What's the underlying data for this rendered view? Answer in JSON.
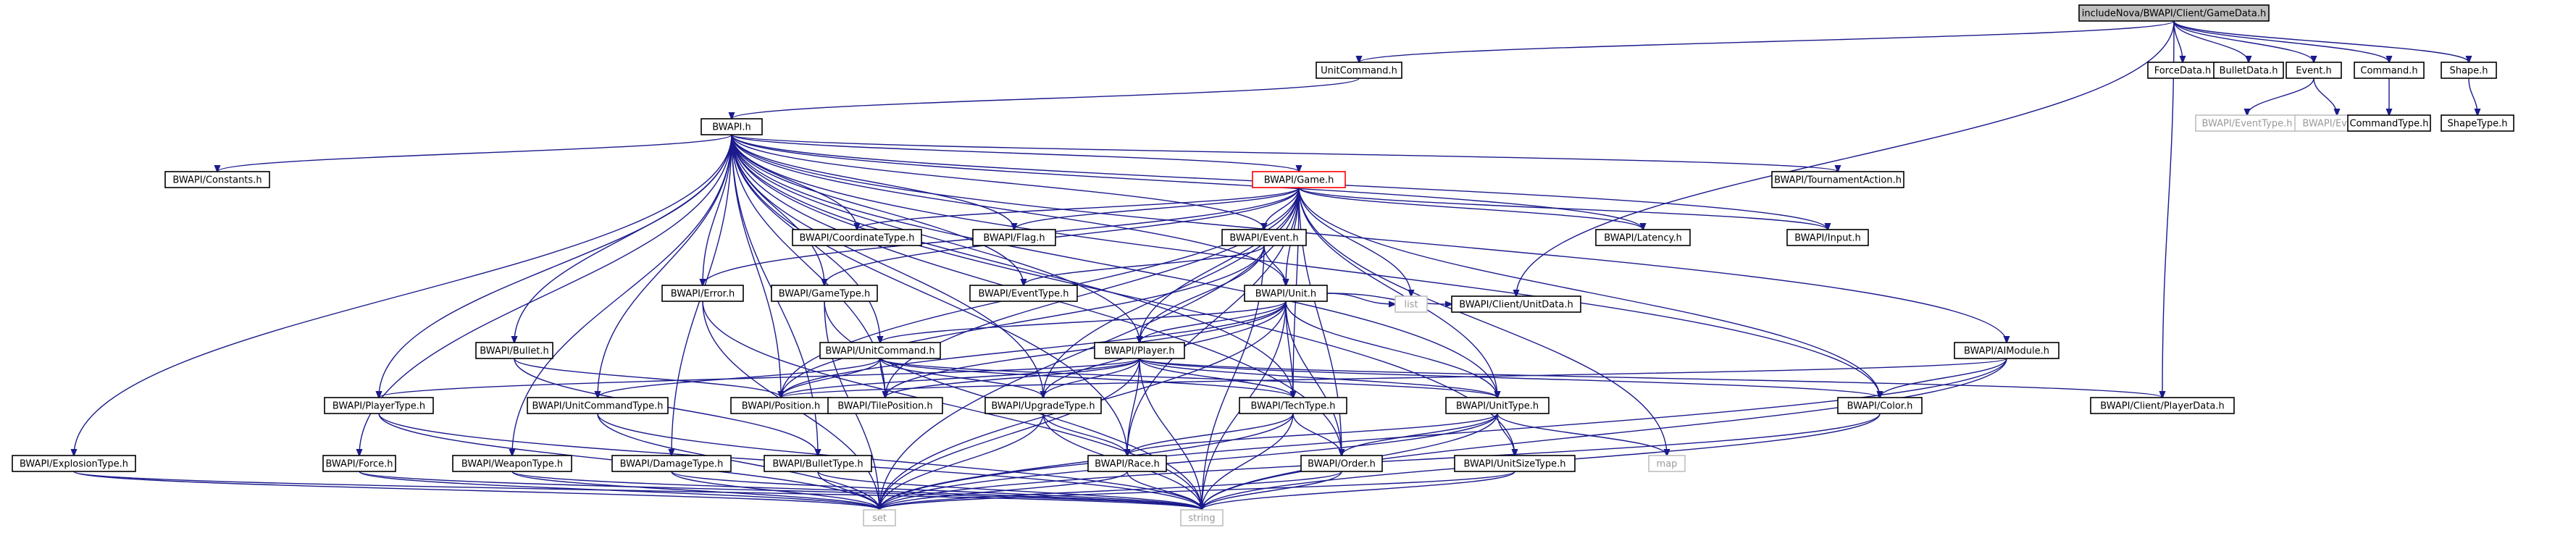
{
  "nodes": [
    {
      "id": "root",
      "label": "includeNova/BWAPI/Client/GameData.h",
      "style": "root"
    },
    {
      "id": "unitcommand",
      "label": "UnitCommand.h",
      "style": "solid"
    },
    {
      "id": "forcedata",
      "label": "ForceData.h",
      "style": "solid"
    },
    {
      "id": "bulletdata",
      "label": "BulletData.h",
      "style": "solid"
    },
    {
      "id": "event",
      "label": "Event.h",
      "style": "solid"
    },
    {
      "id": "command",
      "label": "Command.h",
      "style": "solid"
    },
    {
      "id": "shape",
      "label": "Shape.h",
      "style": "solid"
    },
    {
      "id": "bwapi_eventtype",
      "label": "BWAPI/EventType.h",
      "style": "missing"
    },
    {
      "id": "bwapi_event_dim",
      "label": "BWAPI/Event.h",
      "style": "missing"
    },
    {
      "id": "commandtype",
      "label": "CommandType.h",
      "style": "solid"
    },
    {
      "id": "shapetype",
      "label": "ShapeType.h",
      "style": "solid"
    },
    {
      "id": "bwapi",
      "label": "BWAPI.h",
      "style": "solid"
    },
    {
      "id": "constants",
      "label": "BWAPI/Constants.h",
      "style": "solid"
    },
    {
      "id": "game",
      "label": "BWAPI/Game.h",
      "style": "highlight"
    },
    {
      "id": "tournament",
      "label": "BWAPI/TournamentAction.h",
      "style": "solid"
    },
    {
      "id": "coordinatetype",
      "label": "BWAPI/CoordinateType.h",
      "style": "solid"
    },
    {
      "id": "flag",
      "label": "BWAPI/Flag.h",
      "style": "solid"
    },
    {
      "id": "event2",
      "label": "BWAPI/Event.h",
      "style": "solid"
    },
    {
      "id": "latency",
      "label": "BWAPI/Latency.h",
      "style": "solid"
    },
    {
      "id": "input",
      "label": "BWAPI/Input.h",
      "style": "solid"
    },
    {
      "id": "error",
      "label": "BWAPI/Error.h",
      "style": "solid"
    },
    {
      "id": "gametype",
      "label": "BWAPI/GameType.h",
      "style": "solid"
    },
    {
      "id": "eventtype2",
      "label": "BWAPI/EventType.h",
      "style": "solid"
    },
    {
      "id": "unit",
      "label": "BWAPI/Unit.h",
      "style": "solid"
    },
    {
      "id": "list",
      "label": "list",
      "style": "missing"
    },
    {
      "id": "client_unitdata",
      "label": "BWAPI/Client/UnitData.h",
      "style": "solid"
    },
    {
      "id": "aimodule",
      "label": "BWAPI/AIModule.h",
      "style": "solid"
    },
    {
      "id": "bullet",
      "label": "BWAPI/Bullet.h",
      "style": "solid"
    },
    {
      "id": "unitcommand2",
      "label": "BWAPI/UnitCommand.h",
      "style": "solid"
    },
    {
      "id": "player",
      "label": "BWAPI/Player.h",
      "style": "solid"
    },
    {
      "id": "playertype",
      "label": "BWAPI/PlayerType.h",
      "style": "solid"
    },
    {
      "id": "unitcommandtype",
      "label": "BWAPI/UnitCommandType.h",
      "style": "solid"
    },
    {
      "id": "position",
      "label": "BWAPI/Position.h",
      "style": "solid"
    },
    {
      "id": "tileposition",
      "label": "BWAPI/TilePosition.h",
      "style": "solid"
    },
    {
      "id": "upgradetype",
      "label": "BWAPI/UpgradeType.h",
      "style": "solid"
    },
    {
      "id": "techtype",
      "label": "BWAPI/TechType.h",
      "style": "solid"
    },
    {
      "id": "unittype",
      "label": "BWAPI/UnitType.h",
      "style": "solid"
    },
    {
      "id": "color",
      "label": "BWAPI/Color.h",
      "style": "solid"
    },
    {
      "id": "client_playerdata",
      "label": "BWAPI/Client/PlayerData.h",
      "style": "solid"
    },
    {
      "id": "map",
      "label": "map",
      "style": "missing"
    },
    {
      "id": "explosiontype",
      "label": "BWAPI/ExplosionType.h",
      "style": "solid"
    },
    {
      "id": "force",
      "label": "BWAPI/Force.h",
      "style": "solid"
    },
    {
      "id": "weapontype",
      "label": "BWAPI/WeaponType.h",
      "style": "solid"
    },
    {
      "id": "damagetype",
      "label": "BWAPI/DamageType.h",
      "style": "solid"
    },
    {
      "id": "bullettype",
      "label": "BWAPI/BulletType.h",
      "style": "solid"
    },
    {
      "id": "race",
      "label": "BWAPI/Race.h",
      "style": "solid"
    },
    {
      "id": "order",
      "label": "BWAPI/Order.h",
      "style": "solid"
    },
    {
      "id": "unitsizetype",
      "label": "BWAPI/UnitSizeType.h",
      "style": "solid"
    },
    {
      "id": "set",
      "label": "set",
      "style": "missing"
    },
    {
      "id": "string",
      "label": "string",
      "style": "missing"
    }
  ],
  "edges": [
    [
      "root",
      "unitcommand"
    ],
    [
      "root",
      "forcedata"
    ],
    [
      "root",
      "bulletdata"
    ],
    [
      "root",
      "event"
    ],
    [
      "root",
      "command"
    ],
    [
      "root",
      "shape"
    ],
    [
      "root",
      "client_unitdata"
    ],
    [
      "root",
      "client_playerdata"
    ],
    [
      "unitcommand",
      "bwapi"
    ],
    [
      "event",
      "bwapi_eventtype"
    ],
    [
      "event",
      "bwapi_event_dim"
    ],
    [
      "command",
      "commandtype"
    ],
    [
      "shape",
      "shapetype"
    ],
    [
      "bwapi",
      "constants"
    ],
    [
      "bwapi",
      "game"
    ],
    [
      "bwapi",
      "tournament"
    ],
    [
      "bwapi",
      "coordinatetype"
    ],
    [
      "bwapi",
      "flag"
    ],
    [
      "bwapi",
      "event2"
    ],
    [
      "bwapi",
      "latency"
    ],
    [
      "bwapi",
      "input"
    ],
    [
      "bwapi",
      "error"
    ],
    [
      "bwapi",
      "gametype"
    ],
    [
      "bwapi",
      "eventtype2"
    ],
    [
      "bwapi",
      "unit"
    ],
    [
      "bwapi",
      "aimodule"
    ],
    [
      "bwapi",
      "bullet"
    ],
    [
      "bwapi",
      "unitcommand2"
    ],
    [
      "bwapi",
      "player"
    ],
    [
      "bwapi",
      "playertype"
    ],
    [
      "bwapi",
      "unitcommandtype"
    ],
    [
      "bwapi",
      "position"
    ],
    [
      "bwapi",
      "tileposition"
    ],
    [
      "bwapi",
      "upgradetype"
    ],
    [
      "bwapi",
      "techtype"
    ],
    [
      "bwapi",
      "unittype"
    ],
    [
      "bwapi",
      "color"
    ],
    [
      "bwapi",
      "order"
    ],
    [
      "bwapi",
      "unitsizetype"
    ],
    [
      "bwapi",
      "explosiontype"
    ],
    [
      "bwapi",
      "force"
    ],
    [
      "bwapi",
      "weapontype"
    ],
    [
      "bwapi",
      "damagetype"
    ],
    [
      "bwapi",
      "bullettype"
    ],
    [
      "bwapi",
      "race"
    ],
    [
      "game",
      "coordinatetype"
    ],
    [
      "game",
      "flag"
    ],
    [
      "game",
      "event2"
    ],
    [
      "game",
      "latency"
    ],
    [
      "game",
      "input"
    ],
    [
      "game",
      "error"
    ],
    [
      "game",
      "gametype"
    ],
    [
      "game",
      "unit"
    ],
    [
      "game",
      "list"
    ],
    [
      "game",
      "player"
    ],
    [
      "game",
      "position"
    ],
    [
      "game",
      "tileposition"
    ],
    [
      "game",
      "upgradetype"
    ],
    [
      "game",
      "techtype"
    ],
    [
      "game",
      "unittype"
    ],
    [
      "game",
      "color"
    ],
    [
      "game",
      "race"
    ],
    [
      "game",
      "order"
    ],
    [
      "game",
      "map"
    ],
    [
      "game",
      "set"
    ],
    [
      "event2",
      "eventtype2"
    ],
    [
      "event2",
      "unit"
    ],
    [
      "event2",
      "player"
    ],
    [
      "event2",
      "position"
    ],
    [
      "event2",
      "string"
    ],
    [
      "error",
      "set"
    ],
    [
      "error",
      "string"
    ],
    [
      "gametype",
      "set"
    ],
    [
      "gametype",
      "string"
    ],
    [
      "unit",
      "list"
    ],
    [
      "unit",
      "client_unitdata"
    ],
    [
      "unit",
      "unitcommand2"
    ],
    [
      "unit",
      "player"
    ],
    [
      "unit",
      "position"
    ],
    [
      "unit",
      "tileposition"
    ],
    [
      "unit",
      "upgradetype"
    ],
    [
      "unit",
      "techtype"
    ],
    [
      "unit",
      "unittype"
    ],
    [
      "unit",
      "order"
    ],
    [
      "unit",
      "set"
    ],
    [
      "unit",
      "string"
    ],
    [
      "aimodule",
      "position"
    ],
    [
      "aimodule",
      "color"
    ],
    [
      "aimodule",
      "set"
    ],
    [
      "aimodule",
      "string"
    ],
    [
      "bullet",
      "position"
    ],
    [
      "bullet",
      "bullettype"
    ],
    [
      "unitcommand2",
      "unitcommandtype"
    ],
    [
      "unitcommand2",
      "position"
    ],
    [
      "unitcommand2",
      "tileposition"
    ],
    [
      "unitcommand2",
      "upgradetype"
    ],
    [
      "unitcommand2",
      "techtype"
    ],
    [
      "unitcommand2",
      "unittype"
    ],
    [
      "player",
      "playertype"
    ],
    [
      "player",
      "position"
    ],
    [
      "player",
      "tileposition"
    ],
    [
      "player",
      "upgradetype"
    ],
    [
      "player",
      "techtype"
    ],
    [
      "player",
      "unittype"
    ],
    [
      "player",
      "race"
    ],
    [
      "player",
      "color"
    ],
    [
      "player",
      "client_playerdata"
    ],
    [
      "player",
      "set"
    ],
    [
      "player",
      "string"
    ],
    [
      "playertype",
      "set"
    ],
    [
      "playertype",
      "string"
    ],
    [
      "unitcommandtype",
      "set"
    ],
    [
      "unitcommandtype",
      "string"
    ],
    [
      "upgradetype",
      "race"
    ],
    [
      "upgradetype",
      "set"
    ],
    [
      "upgradetype",
      "string"
    ],
    [
      "techtype",
      "race"
    ],
    [
      "techtype",
      "order"
    ],
    [
      "techtype",
      "set"
    ],
    [
      "techtype",
      "string"
    ],
    [
      "unittype",
      "race"
    ],
    [
      "unittype",
      "order"
    ],
    [
      "unittype",
      "unitsizetype"
    ],
    [
      "unittype",
      "map"
    ],
    [
      "unittype",
      "set"
    ],
    [
      "unittype",
      "string"
    ],
    [
      "color",
      "set"
    ],
    [
      "color",
      "string"
    ],
    [
      "explosiontype",
      "set"
    ],
    [
      "explosiontype",
      "string"
    ],
    [
      "force",
      "set"
    ],
    [
      "force",
      "string"
    ],
    [
      "weapontype",
      "set"
    ],
    [
      "weapontype",
      "string"
    ],
    [
      "damagetype",
      "set"
    ],
    [
      "damagetype",
      "string"
    ],
    [
      "bullettype",
      "set"
    ],
    [
      "bullettype",
      "string"
    ],
    [
      "race",
      "set"
    ],
    [
      "race",
      "string"
    ],
    [
      "order",
      "set"
    ],
    [
      "order",
      "string"
    ],
    [
      "unitsizetype",
      "set"
    ],
    [
      "unitsizetype",
      "string"
    ]
  ]
}
